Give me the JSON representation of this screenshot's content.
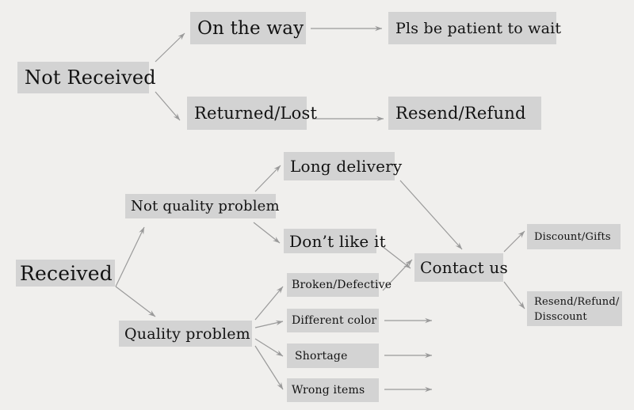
{
  "diagram": {
    "title_visible": false,
    "background_color": "#f0efed",
    "node_fill_color": "#d3d3d3",
    "text_color": "#121212",
    "arrow_color": "#9a9a9a",
    "nodes": {
      "not_received": "Not Received",
      "on_the_way": "On the way",
      "returned_lost": "Returned/Lost",
      "pls_be_patient": "Pls be patient to wait",
      "resend_refund": "Resend/Refund",
      "received": "Received",
      "not_quality_problem": "Not quality problem",
      "quality_problem": "Quality problem",
      "long_delivery": "Long delivery",
      "dont_like_it": "Don’t like it",
      "broken_defective": "Broken/Defective",
      "different_color": "Different color",
      "shortage": "Shortage",
      "wrong_items": "Wrong items",
      "contact_us": "Contact us",
      "discount_gifts": "Discount/Gifts",
      "resend_refund_disscount_line1": "Resend/Refund/",
      "resend_refund_disscount_line2": "Disscount"
    },
    "edges": [
      {
        "from": "not_received",
        "to": "on_the_way"
      },
      {
        "from": "not_received",
        "to": "returned_lost"
      },
      {
        "from": "on_the_way",
        "to": "pls_be_patient"
      },
      {
        "from": "returned_lost",
        "to": "resend_refund"
      },
      {
        "from": "received",
        "to": "not_quality_problem"
      },
      {
        "from": "received",
        "to": "quality_problem"
      },
      {
        "from": "not_quality_problem",
        "to": "long_delivery"
      },
      {
        "from": "not_quality_problem",
        "to": "dont_like_it"
      },
      {
        "from": "quality_problem",
        "to": "broken_defective"
      },
      {
        "from": "quality_problem",
        "to": "different_color"
      },
      {
        "from": "quality_problem",
        "to": "shortage"
      },
      {
        "from": "quality_problem",
        "to": "wrong_items"
      },
      {
        "from": "long_delivery",
        "to": "contact_us"
      },
      {
        "from": "dont_like_it",
        "to": "contact_us"
      },
      {
        "from": "broken_defective",
        "to": "contact_us"
      },
      {
        "from": "different_color",
        "to": "contact_us"
      },
      {
        "from": "shortage",
        "to": "contact_us"
      },
      {
        "from": "wrong_items",
        "to": "contact_us"
      },
      {
        "from": "contact_us",
        "to": "discount_gifts"
      },
      {
        "from": "contact_us",
        "to": "resend_refund_disscount"
      }
    ]
  }
}
